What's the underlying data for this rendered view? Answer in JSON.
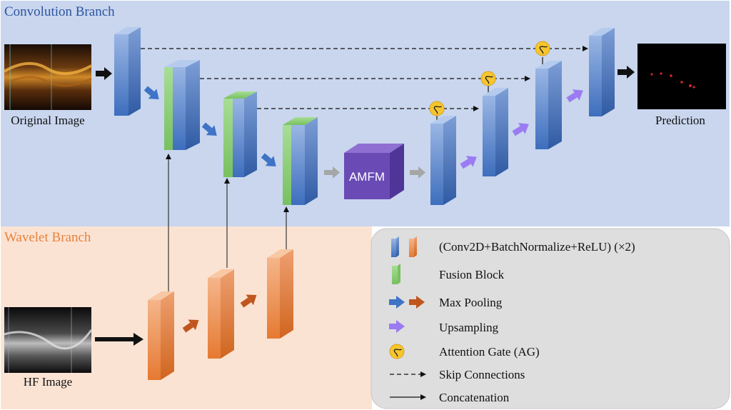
{
  "branches": {
    "convolution_title": "Convolution Branch",
    "wavelet_title": "Wavelet Branch"
  },
  "images": {
    "original_caption": "Original Image",
    "hf_caption": "HF Image",
    "prediction_caption": "Prediction"
  },
  "module": {
    "label": "AMFM"
  },
  "legend": {
    "items": [
      {
        "id": "conv",
        "label": "(Conv2D+BatchNormalize+ReLU) (×2)"
      },
      {
        "id": "fusion",
        "label": "Fusion Block"
      },
      {
        "id": "maxpool",
        "label": "Max Pooling"
      },
      {
        "id": "upsample",
        "label": "Upsampling"
      },
      {
        "id": "attention",
        "label": "Attention Gate (AG)"
      },
      {
        "id": "skip",
        "label": "Skip Connections"
      },
      {
        "id": "concat",
        "label": "Concatenation"
      }
    ]
  },
  "colors": {
    "conv_branch_bg": "#c9d6ee",
    "wavelet_branch_bg": "#fbe3d3",
    "legend_bg": "#dedede",
    "conv_title": "#2e55a0",
    "wavelet_title": "#e8823c",
    "blue_block": "#4a78c4",
    "orange_block": "#e8823c",
    "green_block": "#8ccf78",
    "amfm": "#6a4bb5",
    "upsample_arrow": "#9b7bf2",
    "maxpool_blue": "#3e73c6",
    "maxpool_orange": "#c0561e",
    "gate": "#f7c52e"
  }
}
